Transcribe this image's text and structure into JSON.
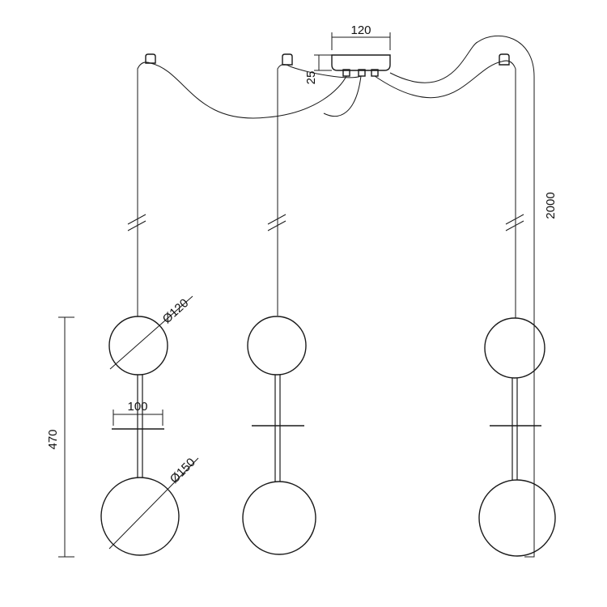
{
  "dimensions": {
    "canopy_width": "120",
    "canopy_height": "25",
    "cable_length": "2000",
    "total_height": "470",
    "upper_globe_diameter": "Ø120",
    "disc_width": "100",
    "lower_globe_diameter": "Ø150"
  }
}
